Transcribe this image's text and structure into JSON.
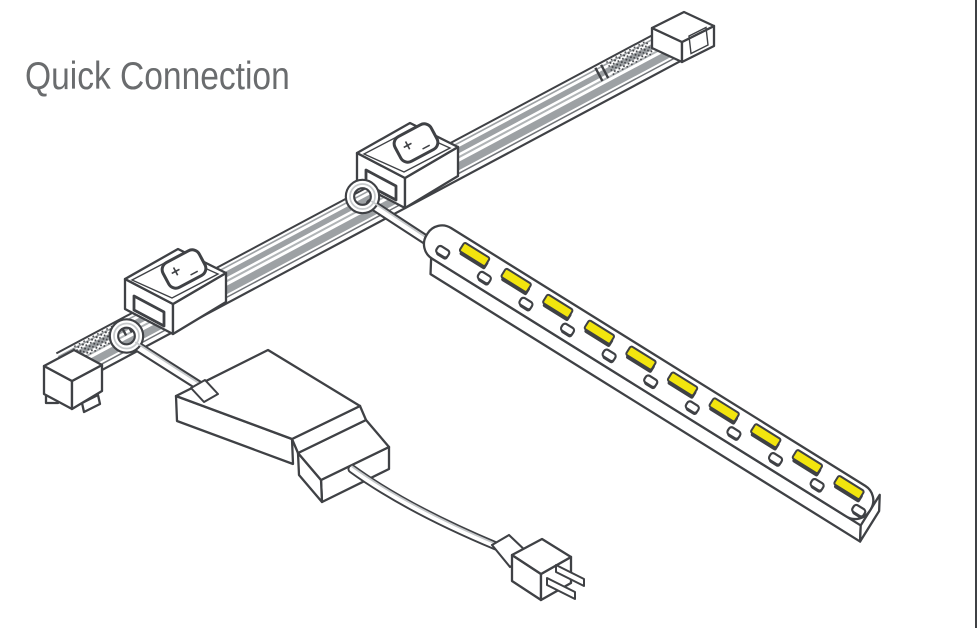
{
  "title": "Quick Connection",
  "colors": {
    "background": "#ffffff",
    "line": "#3f4145",
    "title_text": "#6a6c6e",
    "rail_gray": "#9da1a4",
    "rail_gray_light": "#b0b4b6",
    "led_yellow": "#f2e50e"
  },
  "connectors": {
    "upper": {
      "plus": "+",
      "minus": "−"
    },
    "lower": {
      "plus": "+",
      "minus": "−"
    }
  },
  "led_strip": {
    "led_count": 10,
    "pad_count": 11
  }
}
